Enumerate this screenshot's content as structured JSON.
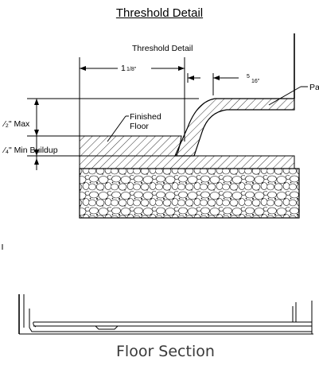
{
  "page_title": "Threshold Detail",
  "detail": {
    "title": "Threshold Detail",
    "dim_1_1_8": "1",
    "dim_1_1_8_frac": "1/8\"",
    "dim_5_16_num": "5",
    "dim_5_16_den": "16\"",
    "label_pa": "Pa",
    "label_half_max": "⁄₂\" Max",
    "label_finished": "Finished",
    "label_floor": "Floor",
    "label_min_buildup": "⁄₄\" Min Buildup"
  },
  "floor_section": {
    "caption": "Floor Section"
  },
  "colors": {
    "line": "#000000",
    "caption": "#3a3a3a"
  }
}
